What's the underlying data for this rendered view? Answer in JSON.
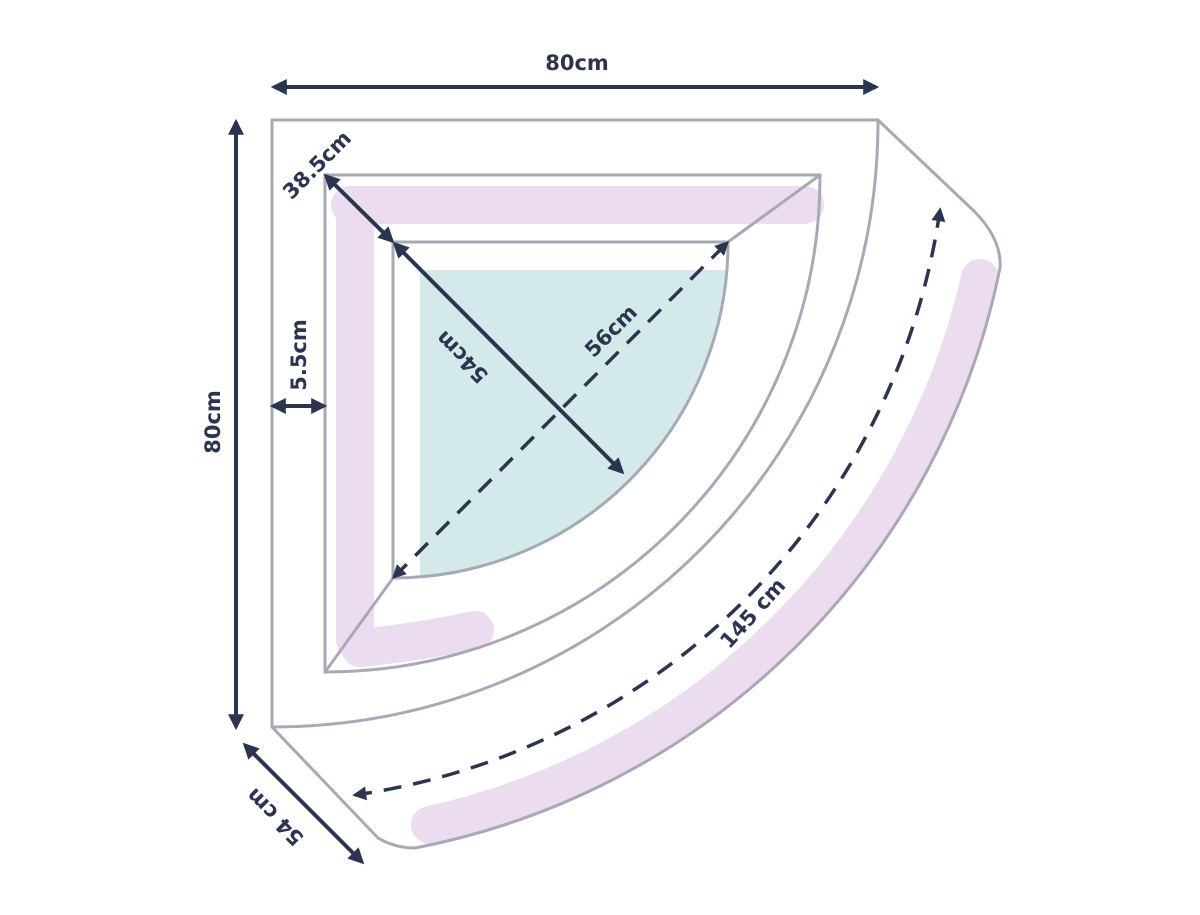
{
  "diagram": {
    "title": "Corner shelf dimensions",
    "labels": {
      "top_width": "80cm",
      "left_height": "80cm",
      "rim_width": "5.5cm",
      "corner_diagonal": "38.5cm",
      "inner_diagonal": "54cm",
      "inner_span": "56cm",
      "arc_length": "145 cm",
      "side_edge": "54 cm"
    },
    "colors": {
      "outline": "#a7aab6",
      "dimension": "#2c3550",
      "teal_fill": "#d4e9ea",
      "pink_highlight": "#ecdcef"
    }
  }
}
